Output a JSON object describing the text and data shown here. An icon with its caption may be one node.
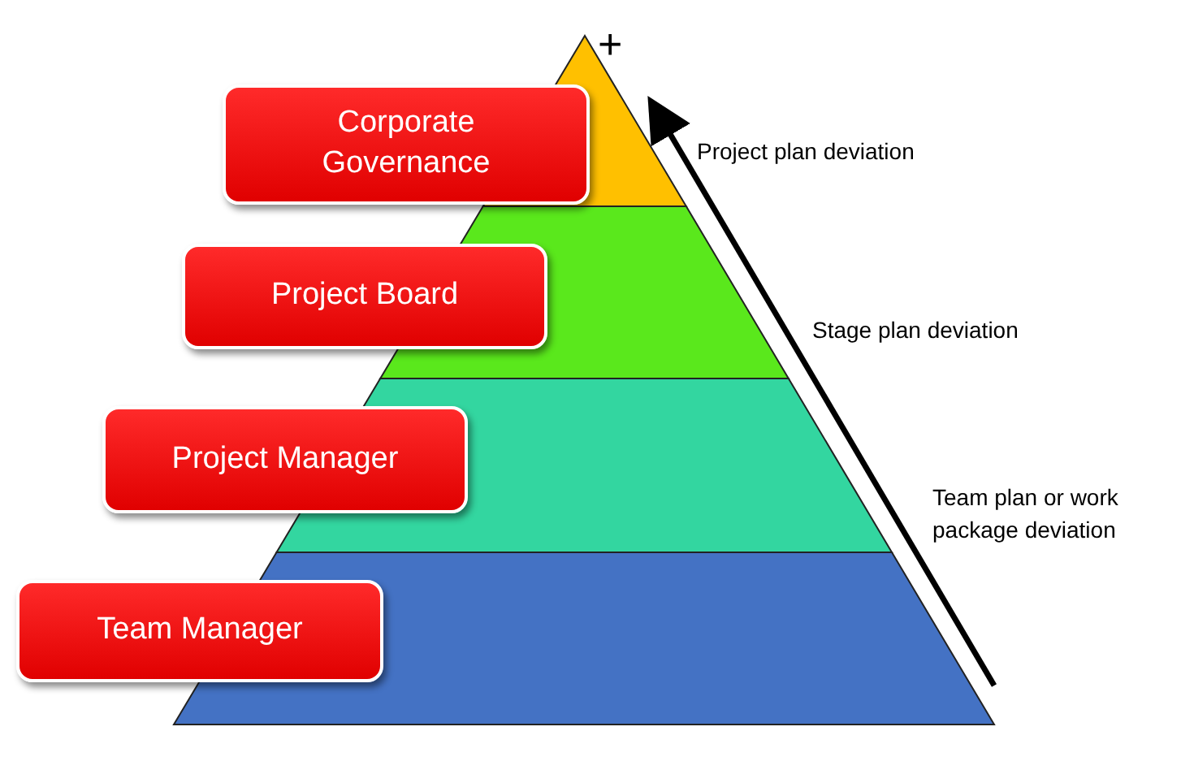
{
  "diagram": {
    "nodes": [
      {
        "text": [
          "Corporate Governance"
        ]
      },
      {
        "text": [
          "Project Board"
        ]
      },
      {
        "text": [
          "Project Manager"
        ]
      },
      {
        "text": [
          "Team Manager"
        ]
      }
    ],
    "labels": [
      "+",
      "Project plan deviation",
      "Stage plan deviation",
      "Team plan or work package deviation"
    ]
  }
}
